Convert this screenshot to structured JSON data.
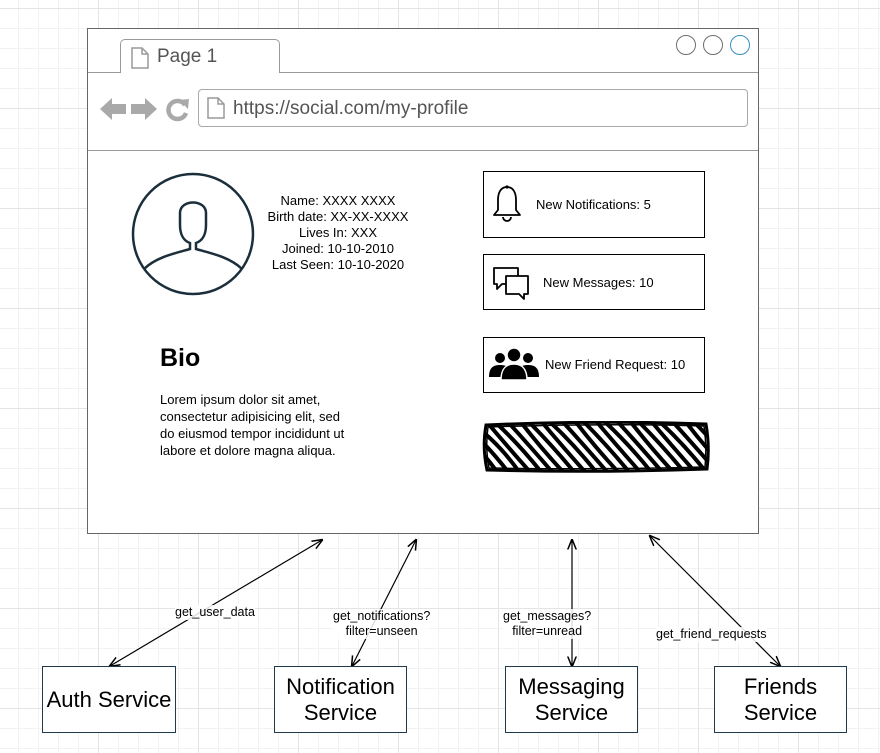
{
  "browser": {
    "tab_label": "Page 1",
    "url": "https://social.com/my-profile",
    "icons": [
      "page-icon",
      "back-arrow-icon",
      "forward-arrow-icon",
      "reload-icon"
    ]
  },
  "profile": {
    "name": "Name: XXXX XXXX",
    "birth_date": "Birth date: XX-XX-XXXX",
    "lives_in": "Lives In: XXX",
    "joined": "Joined: 10-10-2010",
    "last_seen": "Last Seen: 10-10-2020"
  },
  "bio": {
    "title": "Bio",
    "lines": [
      "Lorem ipsum dolor sit amet,",
      "consectetur adipisicing elit, sed",
      "do eiusmod tempor incididunt ut",
      "labore et dolore magna aliqua."
    ]
  },
  "cards": {
    "notifications": "New Notifications: 5",
    "messages": "New Messages: 10",
    "friend_requests": "New Friend Request: 10"
  },
  "services": {
    "auth": "Auth Service",
    "notification": [
      "Notification",
      "Service"
    ],
    "messaging": [
      "Messaging",
      "Service"
    ],
    "friends": [
      "Friends",
      "Service"
    ]
  },
  "edges": {
    "auth": "get_user_data",
    "notification": [
      "get_notifications?",
      "filter=unseen"
    ],
    "messaging": [
      "get_messages?",
      "filter=unread"
    ],
    "friends": "get_friend_requests"
  },
  "colors": {
    "service_border": "#1f3a4d",
    "avatar_stroke": "#1a2e3b",
    "window_circle_accent": "#3a8fc0"
  }
}
